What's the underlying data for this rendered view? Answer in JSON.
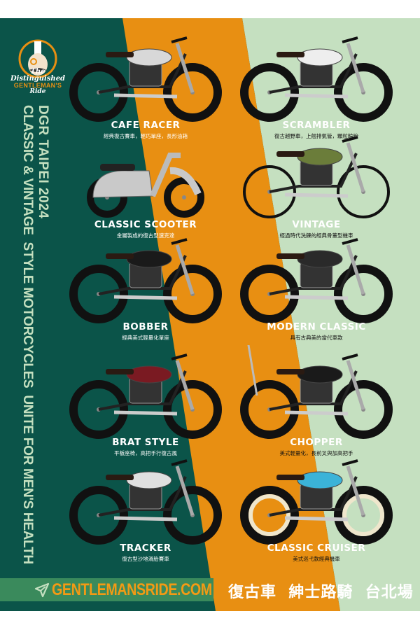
{
  "colors": {
    "dark_green": "#0b5449",
    "orange": "#e88f12",
    "light_green": "#c5e0c0",
    "bar_green": "#3a8a5c"
  },
  "logo": {
    "line1": "The Distinguished",
    "line2": "GENTLEMAN'S",
    "line3": "Ride"
  },
  "side_text": {
    "line1": "DGR TAIPEI 2024",
    "line2": "CLASSIC & VINTAGE  STYLE MOTORCYCLES  UNITE FOR MEN'S HEALTH"
  },
  "left_bikes": [
    {
      "name": "CAFE RACER",
      "desc": "經典復古賽車，輕巧單座，長形油箱",
      "tank": "#d8d8d8",
      "style": "cafe"
    },
    {
      "name": "CLASSIC SCOOTER",
      "desc": "金屬製成的復古型速克達",
      "tank": "#c9c9c9",
      "style": "scooter"
    },
    {
      "name": "BOBBER",
      "desc": "經典美式輕量化單座",
      "tank": "#1a1a1a",
      "style": "bobber"
    },
    {
      "name": "BRAT STYLE",
      "desc": "平板座椅，高把手行復古風",
      "tank": "#7a1a22",
      "style": "brat"
    },
    {
      "name": "TRACKER",
      "desc": "復古型沙地滑胎賽車",
      "tank": "#e0e0e0",
      "style": "tracker"
    }
  ],
  "right_bikes": [
    {
      "name": "SCRAMBLER",
      "desc": "復古越野車，上翹排氣管，顆粒輪胎",
      "tank": "#eeeeee",
      "style": "scrambler"
    },
    {
      "name": "VINTAGE",
      "desc": "經過時代洗鍊的經典骨董型機車",
      "tank": "#6b7d3a",
      "style": "vintage"
    },
    {
      "name": "MODERN CLASSIC",
      "desc": "具有古典美的當代車款",
      "tank": "#2a2a2a",
      "style": "modern"
    },
    {
      "name": "CHOPPER",
      "desc": "美式輕量化，長前叉與加高把手",
      "tank": "#1a1a1a",
      "style": "chopper"
    },
    {
      "name": "CLASSIC CRUISER",
      "desc": "美式巡弋款經典機車",
      "tank": "#3bb3d8",
      "style": "cruiser"
    }
  ],
  "footer": {
    "url": "GENTLEMANSRIDE.COM",
    "slogan": "復古車  紳士路騎  台北場"
  }
}
